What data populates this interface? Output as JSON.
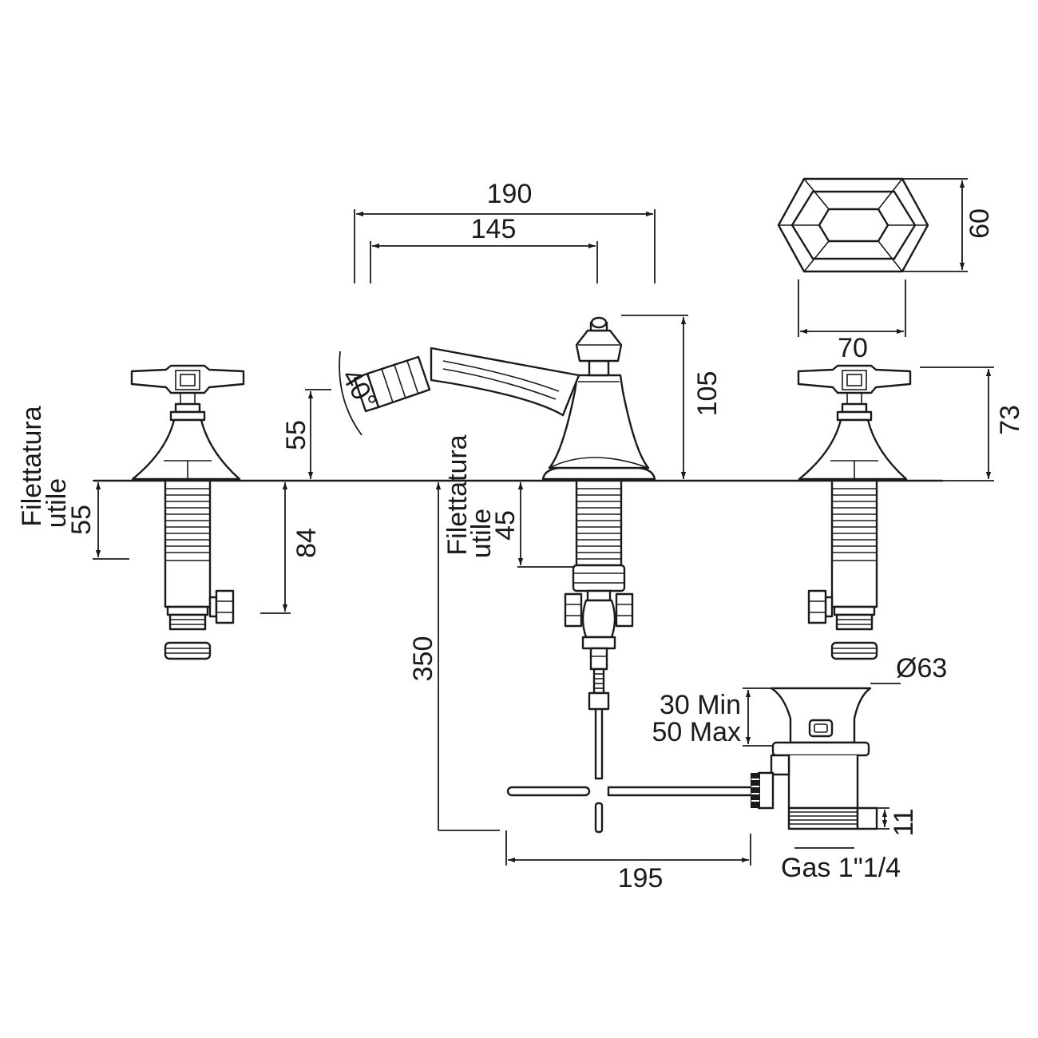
{
  "dimensions": {
    "overall_width": "190",
    "spout_centre": "145",
    "handle_width": "70",
    "handle_height": "60",
    "spout_height": "105",
    "valve_height": "73",
    "spout_rise": "55",
    "spout_angle": "40°",
    "left_thread_length": "55",
    "left_body_length": "84",
    "centre_thread_length": "45",
    "rod_length": "350",
    "rod_reach": "195",
    "waste_diameter": "Ø63",
    "waste_min": "30 Min",
    "waste_max": "50 Max",
    "waste_thread_height": "11",
    "waste_thread": "Gas 1\"1/4"
  },
  "labels": {
    "thread_word": "Filettatura",
    "useful_word": "utile"
  }
}
